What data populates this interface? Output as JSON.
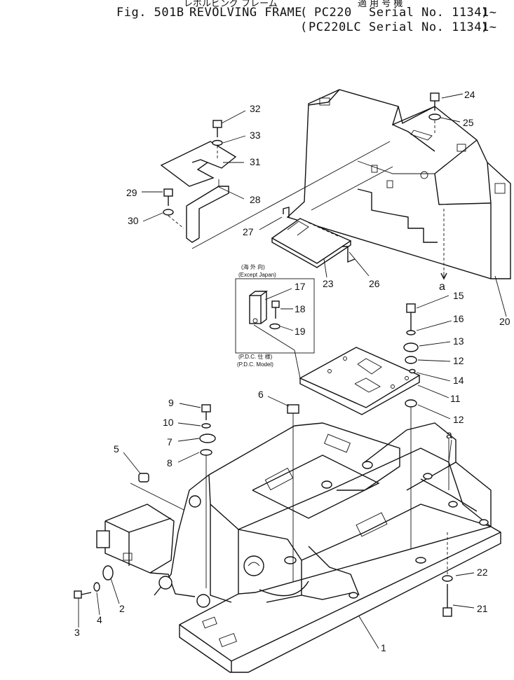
{
  "header": {
    "japanese_title": "レボルビング フレーム",
    "japanese_model_note": "適 用 号 機",
    "figure": "Fig. 501B",
    "title": "REVOLVING FRAME",
    "models": [
      {
        "model": "PC220",
        "serial": "Serial No. 11341~",
        "paren_open": "(",
        "paren_close": ")"
      },
      {
        "model": "PC220LC",
        "serial": "Serial No. 11341~",
        "paren_open": "(",
        "paren_close": ")"
      }
    ]
  },
  "callouts": [
    {
      "id": "1",
      "label": "1"
    },
    {
      "id": "2",
      "label": "2"
    },
    {
      "id": "3",
      "label": "3"
    },
    {
      "id": "4",
      "label": "4"
    },
    {
      "id": "5",
      "label": "5"
    },
    {
      "id": "6",
      "label": "6"
    },
    {
      "id": "7",
      "label": "7"
    },
    {
      "id": "8",
      "label": "8"
    },
    {
      "id": "9",
      "label": "9"
    },
    {
      "id": "10",
      "label": "10"
    },
    {
      "id": "11",
      "label": "11"
    },
    {
      "id": "12a",
      "label": "12"
    },
    {
      "id": "12b",
      "label": "12"
    },
    {
      "id": "13",
      "label": "13"
    },
    {
      "id": "14",
      "label": "14"
    },
    {
      "id": "15",
      "label": "15"
    },
    {
      "id": "16",
      "label": "16"
    },
    {
      "id": "17",
      "label": "17"
    },
    {
      "id": "18",
      "label": "18"
    },
    {
      "id": "19",
      "label": "19"
    },
    {
      "id": "20",
      "label": "20"
    },
    {
      "id": "21",
      "label": "21"
    },
    {
      "id": "22",
      "label": "22"
    },
    {
      "id": "23",
      "label": "23"
    },
    {
      "id": "24",
      "label": "24"
    },
    {
      "id": "25",
      "label": "25"
    },
    {
      "id": "26",
      "label": "26"
    },
    {
      "id": "27",
      "label": "27"
    },
    {
      "id": "28",
      "label": "28"
    },
    {
      "id": "29",
      "label": "29"
    },
    {
      "id": "30",
      "label": "30"
    },
    {
      "id": "31",
      "label": "31"
    },
    {
      "id": "32",
      "label": "32"
    },
    {
      "id": "33",
      "label": "33"
    }
  ],
  "connection_marks": {
    "upper": "a",
    "lower": "a"
  },
  "inset": {
    "top_jp": "(海 外 向)",
    "top_en": "(Except Japan)",
    "bottom_jp": "(P.D.C. 仕 様)",
    "bottom_en": "(P.D.C. Model)"
  }
}
